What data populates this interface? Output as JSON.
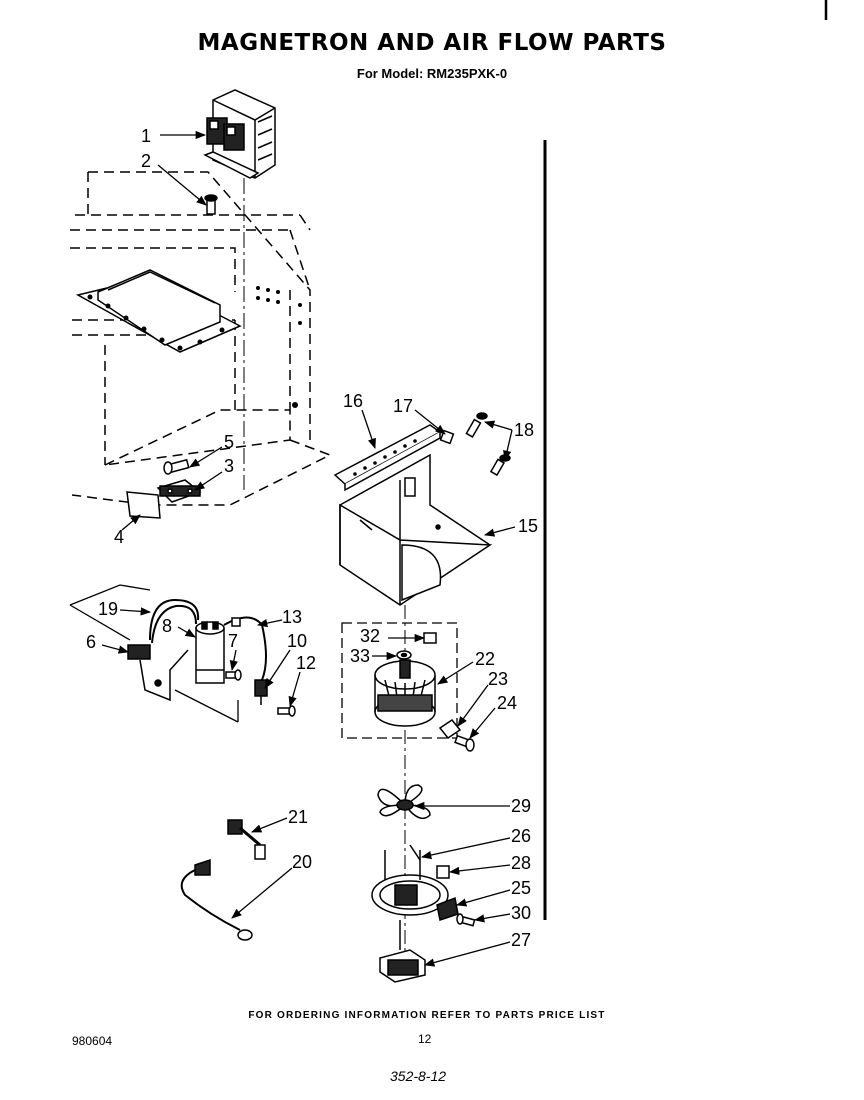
{
  "header": {
    "title": "MAGNETRON AND AIR FLOW PARTS",
    "subtitle": "For Model: RM235PXK-0"
  },
  "footer": {
    "note": "FOR ORDERING INFORMATION REFER TO PARTS PRICE LIST",
    "doc_id": "980604",
    "page_number": "12",
    "sheet_code": "352-8-12"
  },
  "callouts": {
    "c1": "1",
    "c2": "2",
    "c3": "3",
    "c4": "4",
    "c5": "5",
    "c6": "6",
    "c7": "7",
    "c8": "8",
    "c10": "10",
    "c12": "12",
    "c13": "13",
    "c15": "15",
    "c16": "16",
    "c17": "17",
    "c18": "18",
    "c19": "19",
    "c20": "20",
    "c21": "21",
    "c22": "22",
    "c23": "23",
    "c24": "24",
    "c25": "25",
    "c26": "26",
    "c27": "27",
    "c28": "28",
    "c29": "29",
    "c30": "30",
    "c32": "32",
    "c33": "33"
  }
}
